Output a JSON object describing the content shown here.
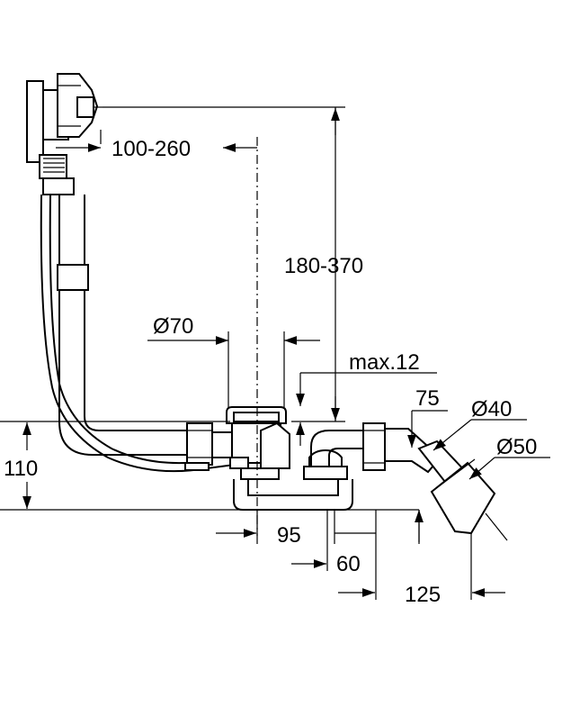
{
  "dimensions": {
    "d100_260": "100-260",
    "d180_370": "180-370",
    "d70": "Ø70",
    "dmax12": "max.12",
    "d75": "75",
    "d40": "Ø40",
    "d50": "Ø50",
    "d110": "110",
    "d95": "95",
    "d60": "60",
    "d125": "125"
  }
}
